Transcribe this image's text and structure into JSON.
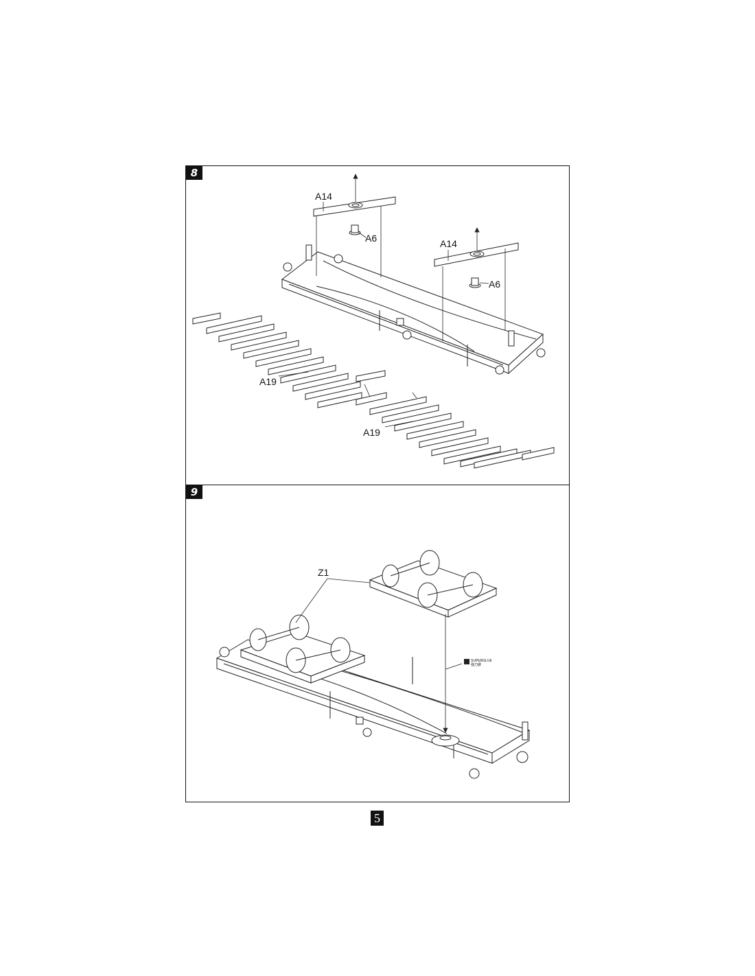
{
  "steps": [
    {
      "number": "8",
      "callouts": {
        "a14_left": "A14",
        "a6_left": "A6",
        "a14_right": "A14",
        "a6_right": "A6",
        "a19_left": "A19",
        "a19_right": "A19"
      }
    },
    {
      "number": "9",
      "callouts": {
        "z1": "Z1",
        "glue_brand": "SUPERGLUE",
        "glue_cn": "強力膠"
      }
    }
  ],
  "page": {
    "number": "5"
  }
}
